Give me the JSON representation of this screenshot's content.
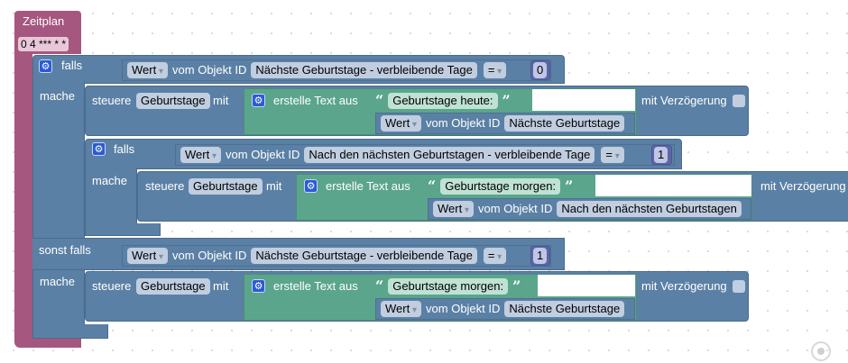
{
  "schedule": {
    "title": "Zeitplan",
    "cron": "0 4 *** * *"
  },
  "if_block": {
    "if_label": "falls",
    "do_label": "mache",
    "else_if_label": "sonst falls",
    "condition1": {
      "property": "Wert",
      "of_object_label": "vom Objekt ID",
      "object_id": "Nächste Geburtstage - verbleibende Tage",
      "operator": "=",
      "value": "0"
    },
    "condition2": {
      "property": "Wert",
      "of_object_label": "vom Objekt ID",
      "object_id": "Nächste Geburtstage - verbleibende Tage",
      "operator": "=",
      "value": "1"
    }
  },
  "set1": {
    "control_label": "steuere",
    "target": "Geburtstage",
    "with_label": "mit",
    "create_text_label": "erstelle Text aus",
    "text": "Geburtstage heute:",
    "property": "Wert",
    "of_object_label": "vom Objekt ID",
    "object_id": "Nächste Geburtstage",
    "delay_label": "mit Verzögerung"
  },
  "nested_if": {
    "if_label": "falls",
    "do_label": "mache",
    "condition": {
      "property": "Wert",
      "of_object_label": "vom Objekt ID",
      "object_id": "Nach den nächsten Geburtstagen - verbleibende Tage",
      "operator": "=",
      "value": "1"
    }
  },
  "set2": {
    "control_label": "steuere",
    "target": "Geburtstage",
    "with_label": "mit",
    "create_text_label": "erstelle Text aus",
    "text": "Geburtstage morgen:",
    "property": "Wert",
    "of_object_label": "vom Objekt ID",
    "object_id": "Nach den nächsten Geburtstagen",
    "delay_label": "mit Verzögerung"
  },
  "set3": {
    "control_label": "steuere",
    "target": "Geburtstage",
    "with_label": "mit",
    "create_text_label": "erstelle Text aus",
    "text": "Geburtstage morgen:",
    "property": "Wert",
    "of_object_label": "vom Objekt ID",
    "object_id": "Nächste Geburtstage",
    "delay_label": "mit Verzögerung"
  },
  "quotes": {
    "open": "“",
    "close": "”"
  },
  "icons": {
    "gear": "⚙"
  }
}
